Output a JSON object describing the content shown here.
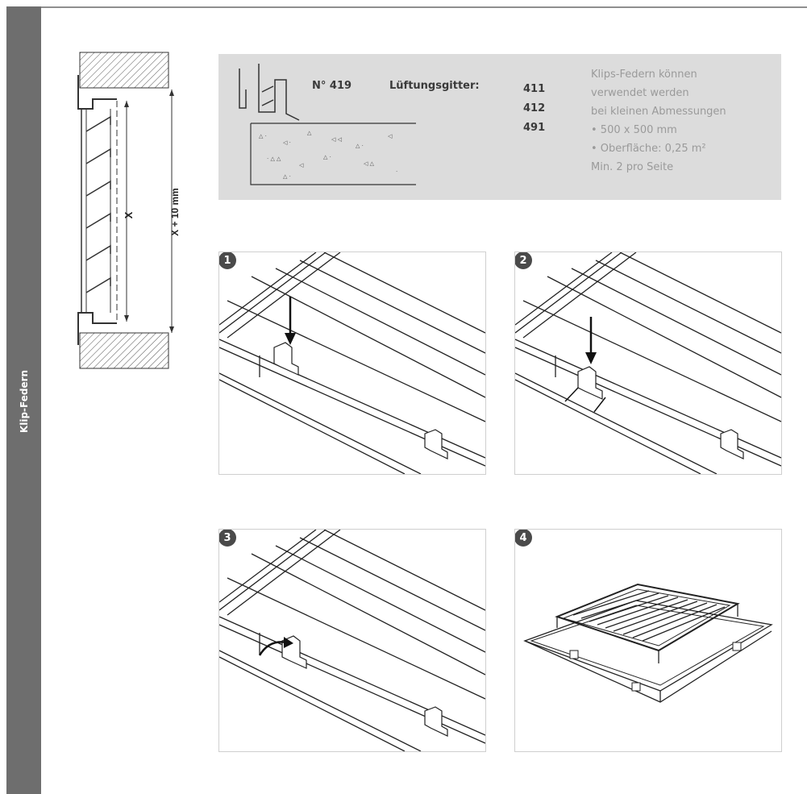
{
  "sidebar": {
    "label": "Klip-Federn"
  },
  "section_drawing": {
    "label_x": "X",
    "label_x10": "X + 10 mm"
  },
  "info": {
    "number": "N° 419",
    "grille_label": "Lüftungsgitter:",
    "codes": [
      "411",
      "412",
      "491"
    ],
    "notes": [
      "Klips-Federn können",
      "verwendet werden",
      "bei kleinen Abmessungen",
      "• 500 x 500 mm",
      "• Oberfläche: 0,25 m²",
      "Min. 2 pro Seite"
    ]
  },
  "steps": [
    {
      "number": "1"
    },
    {
      "number": "2"
    },
    {
      "number": "3"
    },
    {
      "number": "4"
    }
  ]
}
